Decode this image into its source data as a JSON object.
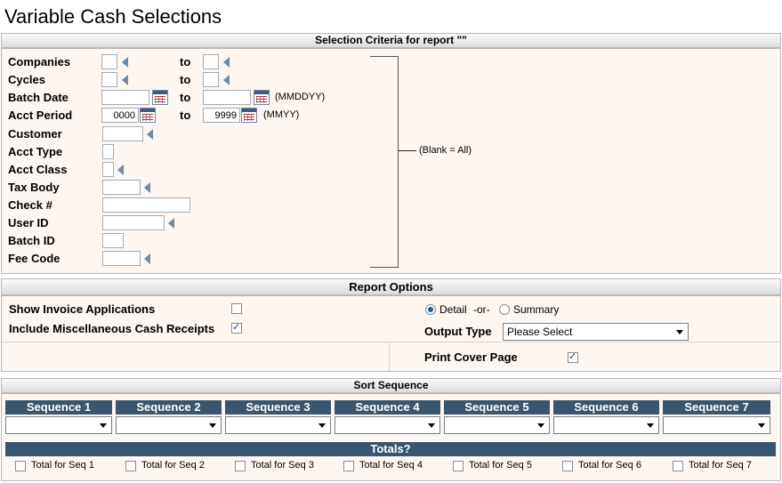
{
  "page_title": "Variable Cash Selections",
  "criteria": {
    "header": "Selection Criteria for report \"\"",
    "to_label": "to",
    "rows": {
      "companies": "Companies",
      "cycles": "Cycles",
      "batch_date": "Batch Date",
      "acct_period": "Acct Period",
      "customer": "Customer",
      "acct_type": "Acct Type",
      "acct_class": "Acct Class",
      "tax_body": "Tax Body",
      "check_no": "Check #",
      "user_id": "User ID",
      "batch_id": "Batch ID",
      "fee_code": "Fee Code"
    },
    "acct_period_from": "0000",
    "acct_period_to": "9999",
    "batch_date_hint": "(MMDDYY)",
    "acct_period_hint": "(MMYY)",
    "blank_all": "(Blank = All)"
  },
  "report_options": {
    "header": "Report Options",
    "show_invoice": "Show Invoice Applications",
    "show_invoice_checked": false,
    "include_misc": "Include Miscellaneous Cash Receipts",
    "include_misc_checked": true,
    "detail_label": "Detail",
    "or_label": "-or-",
    "summary_label": "Summary",
    "detail_selected": true,
    "output_type_label": "Output Type",
    "output_type_value": "Please Select",
    "print_cover_label": "Print Cover Page",
    "print_cover_checked": true
  },
  "sort": {
    "header": "Sort Sequence",
    "sequences": [
      "Sequence 1",
      "Sequence 2",
      "Sequence 3",
      "Sequence 4",
      "Sequence 5",
      "Sequence 6",
      "Sequence 7"
    ],
    "totals_header": "Totals?",
    "totals": [
      "Total for Seq 1",
      "Total for Seq 2",
      "Total for Seq 3",
      "Total for Seq 4",
      "Total for Seq 5",
      "Total for Seq 6",
      "Total for Seq 7"
    ]
  },
  "colors": {
    "accent": "#385670",
    "panel_bg": "#fdf6f1"
  }
}
